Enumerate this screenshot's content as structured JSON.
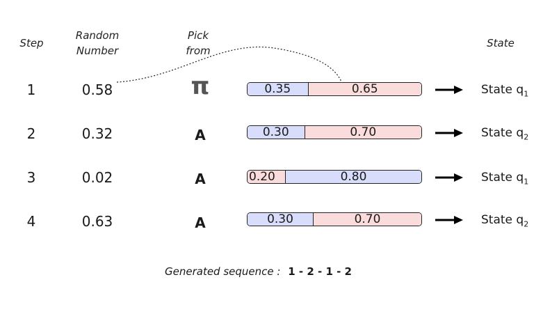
{
  "headers": {
    "step": "Step",
    "random_line1": "Random",
    "random_line2": "Number",
    "pick_line1": "Pick",
    "pick_line2": "from",
    "state": "State"
  },
  "rows": [
    {
      "step": "1",
      "random": "0.58",
      "pick": "π",
      "seg1": "0.35",
      "seg2": "0.65",
      "state_prefix": "State q",
      "state_sub": "1"
    },
    {
      "step": "2",
      "random": "0.32",
      "pick": "A",
      "seg1": "0.30",
      "seg2": "0.70",
      "state_prefix": "State q",
      "state_sub": "2"
    },
    {
      "step": "3",
      "random": "0.02",
      "pick": "A",
      "seg1": "0.20",
      "seg2": "0.80",
      "state_prefix": "State q",
      "state_sub": "1"
    },
    {
      "step": "4",
      "random": "0.63",
      "pick": "A",
      "seg1": "0.30",
      "seg2": "0.70",
      "state_prefix": "State q",
      "state_sub": "2"
    }
  ],
  "footer": {
    "label": "Generated sequence :",
    "sequence": "1 - 2 - 1 - 2"
  },
  "colors": {
    "state1_segment": "#d8ddfb",
    "state2_segment": "#fbdcdc"
  }
}
